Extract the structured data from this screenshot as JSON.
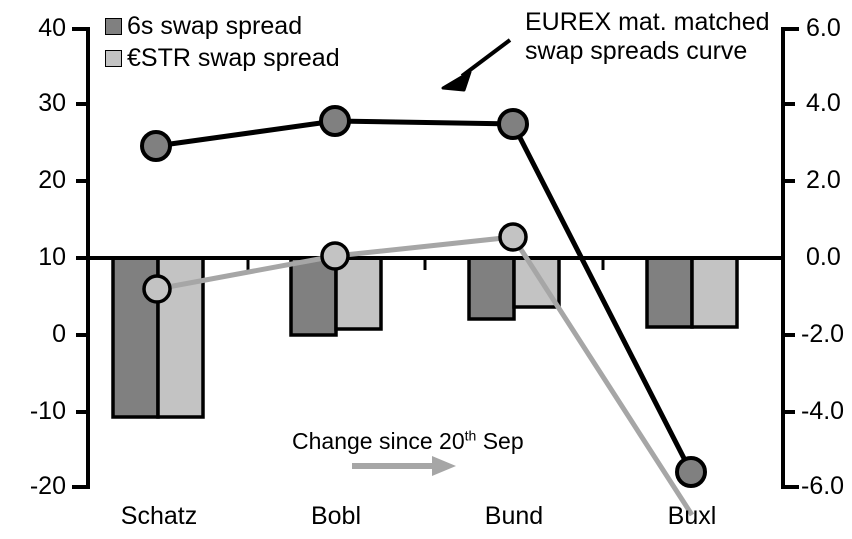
{
  "chart_data": {
    "type": "bar",
    "title": "",
    "xlabel": "",
    "categories": [
      "Schatz",
      "Bobl",
      "Bund",
      "Buxl"
    ],
    "grid": false,
    "legend_position": "top-left",
    "left_axis": {
      "label": "",
      "ticks": [
        "40",
        "30",
        "20",
        "10",
        "0",
        "-10",
        "-20"
      ],
      "tick_values": [
        40,
        30,
        20,
        10,
        0,
        -10,
        -20
      ],
      "ylim": [
        -20,
        40
      ]
    },
    "right_axis": {
      "label": "",
      "ticks": [
        "6.0",
        "4.0",
        "2.0",
        "0.0",
        "-2.0",
        "-4.0",
        "-6.0"
      ],
      "tick_values": [
        6.0,
        4.0,
        2.0,
        0.0,
        -2.0,
        -4.0,
        -6.0
      ],
      "ylim": [
        -6.0,
        6.0
      ]
    },
    "bar_series": [
      {
        "name": "6s swap spread",
        "axis": "right",
        "color": "#808080",
        "values": [
          -4.0,
          -1.95,
          -1.55,
          -1.75
        ]
      },
      {
        "name": "€STR swap spread",
        "axis": "right",
        "color": "#c3c3c3",
        "values": [
          -4.0,
          -1.8,
          -1.25,
          -1.75
        ]
      }
    ],
    "line_series": [
      {
        "name": "EUREX mat. matched swap spreads curve",
        "axis": "left",
        "color": "#000000",
        "marker_fill": "#808080",
        "values": [
          24.4,
          28.0,
          27.3,
          -17.8
        ]
      },
      {
        "name": "€STR swap spread curve",
        "axis": "left",
        "color": "#a6a6a6",
        "marker_fill": "#c3c3c3",
        "values": [
          6.2,
          10.5,
          12.8,
          -23.5
        ]
      }
    ],
    "annotations": [
      {
        "name": "eurex-callout",
        "text_lines": [
          "EUREX mat. matched",
          "swap spreads curve"
        ],
        "arrow": "down-left"
      },
      {
        "name": "change-note",
        "text_prefix": "Change since 20",
        "text_sup": "th",
        "text_suffix": " Sep",
        "arrow": "right",
        "arrow_color": "#a6a6a6"
      }
    ]
  },
  "legend": {
    "items": [
      {
        "label": "6s swap spread",
        "color": "#808080"
      },
      {
        "label": "€STR swap spread",
        "color": "#c3c3c3"
      }
    ]
  },
  "left_axis_ticks": [
    {
      "text": "40"
    },
    {
      "text": "30"
    },
    {
      "text": "20"
    },
    {
      "text": "10"
    },
    {
      "text": "0"
    },
    {
      "text": "-10"
    },
    {
      "text": "-20"
    }
  ],
  "right_axis_ticks": [
    {
      "text": "6.0"
    },
    {
      "text": "4.0"
    },
    {
      "text": "2.0"
    },
    {
      "text": "0.0"
    },
    {
      "text": "-2.0"
    },
    {
      "text": "-4.0"
    },
    {
      "text": "-6.0"
    }
  ],
  "category_labels": [
    {
      "text": "Schatz"
    },
    {
      "text": "Bobl"
    },
    {
      "text": "Bund"
    },
    {
      "text": "Buxl"
    }
  ],
  "callout": {
    "line1": "EUREX mat. matched",
    "line2": "swap spreads curve"
  },
  "change_note": {
    "prefix": "Change since 20",
    "sup": "th",
    "suffix": " Sep"
  }
}
